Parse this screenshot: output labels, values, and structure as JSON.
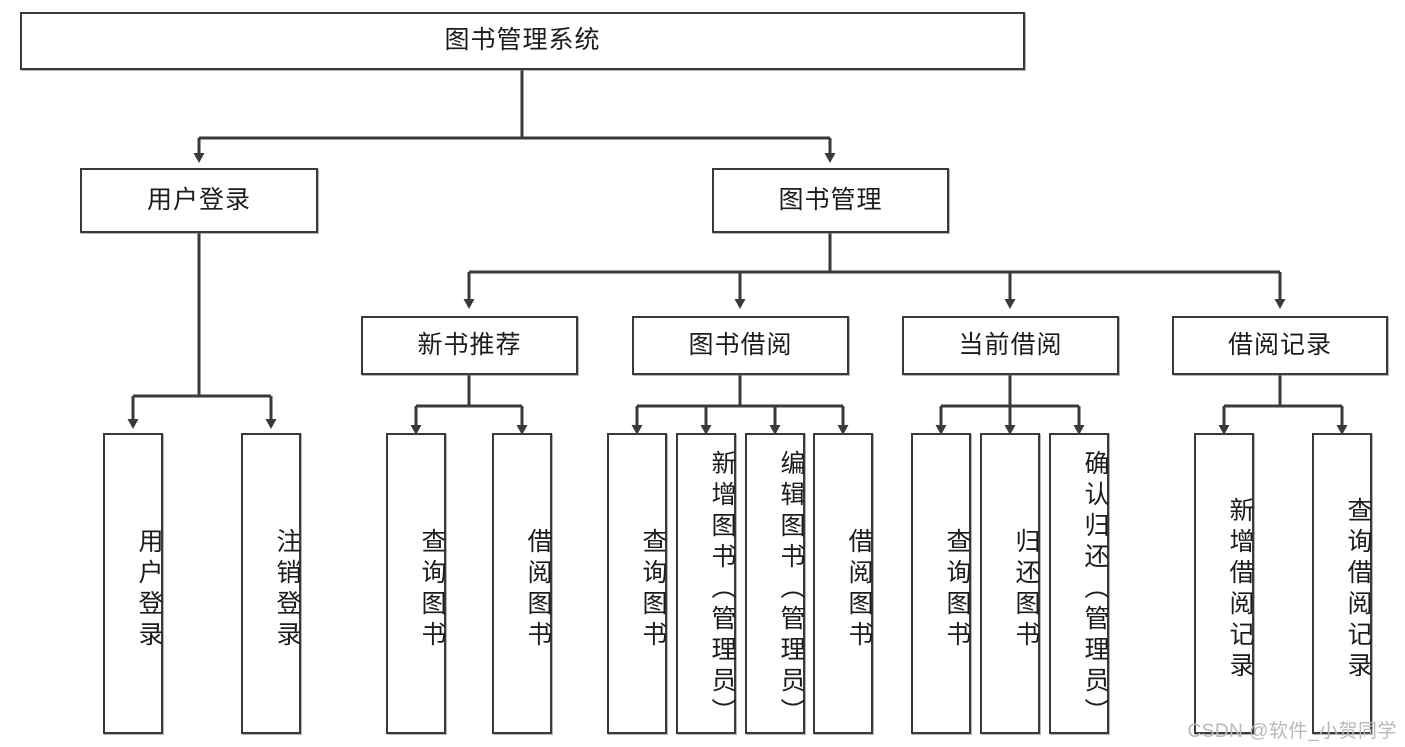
{
  "diagram": {
    "title": "图书管理系统",
    "watermark": "CSDN @软件_小贺同学",
    "colors": {
      "background": "#ffffff",
      "box_border": "#3a3a3a",
      "connector": "#3a3a3a",
      "text": "#1c1c1c",
      "watermark": "#b9b9b9"
    },
    "levels": {
      "root": {
        "label": "图书管理系统"
      },
      "level2": [
        {
          "label": "用户登录"
        },
        {
          "label": "图书管理"
        }
      ],
      "level3": [
        {
          "label": "新书推荐"
        },
        {
          "label": "图书借阅"
        },
        {
          "label": "当前借阅"
        },
        {
          "label": "借阅记录"
        }
      ],
      "leaves": {
        "user_login": [
          {
            "label": "用户登录"
          },
          {
            "label": "注销登录"
          }
        ],
        "new_book": [
          {
            "label": "查询图书"
          },
          {
            "label": "借阅图书"
          }
        ],
        "book_borrow": [
          {
            "label": "查询图书"
          },
          {
            "label": "新增图书（管理员）"
          },
          {
            "label": "编辑图书（管理员）"
          },
          {
            "label": "借阅图书"
          }
        ],
        "current_borrow": [
          {
            "label": "查询图书"
          },
          {
            "label": "归还图书"
          },
          {
            "label": "确认归还（管理员）"
          }
        ],
        "borrow_record": [
          {
            "label": "新增借阅记录"
          },
          {
            "label": "查询借阅记录"
          }
        ]
      }
    }
  }
}
